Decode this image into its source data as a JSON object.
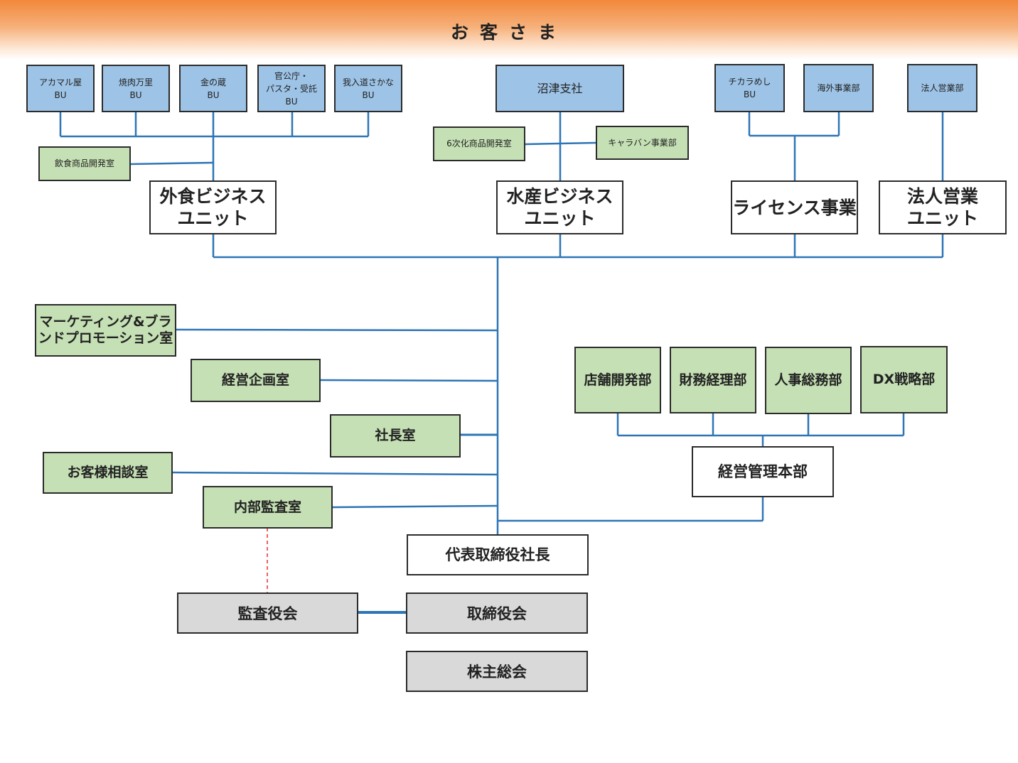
{
  "header": {
    "title": "お客さま"
  },
  "top_units": {
    "bu_akamaru": "アカマル屋\nBU",
    "bu_yakiniku": "焼肉万里\nBU",
    "bu_kinokura": "金の蔵\nBU",
    "bu_kancho": "官公庁・\nパスタ・受託\nBU",
    "bu_ganiri": "我入道さかな\nBU",
    "inshoku_dev": "飲食商品開発室",
    "gaishoku_unit": "外食ビジネス\nユニット",
    "numazu": "沼津支社",
    "rokuji_dev": "6次化商品開発室",
    "caravan": "キャラバン事業部",
    "suisan_unit": "水産ビジネス\nユニット",
    "chikara_bu": "チカラめし\nBU",
    "kaigai": "海外事業部",
    "license": "ライセンス事業",
    "hojin_sales": "法人営業部",
    "hojin_unit": "法人営業\nユニット"
  },
  "staff": {
    "marketing": "マーケティング&ブラ\nンドプロモーション室",
    "planning": "経営企画室",
    "president_office": "社長室",
    "customer_consult": "お客様相談室",
    "internal_audit": "内部監査室"
  },
  "admin": {
    "store_dev": "店舗開発部",
    "finance": "財務経理部",
    "hr": "人事総務部",
    "dx": "DX戦略部",
    "admin_hq": "経営管理本部"
  },
  "governance": {
    "ceo": "代表取締役社長",
    "auditors": "監査役会",
    "board": "取締役会",
    "shareholders": "株主総会"
  },
  "colors": {
    "line": "#2e75b6",
    "audit_link": "#e03030",
    "blue_box": "#9dc3e6",
    "green_box": "#c5e0b4",
    "gray_box": "#d9d9d9"
  }
}
